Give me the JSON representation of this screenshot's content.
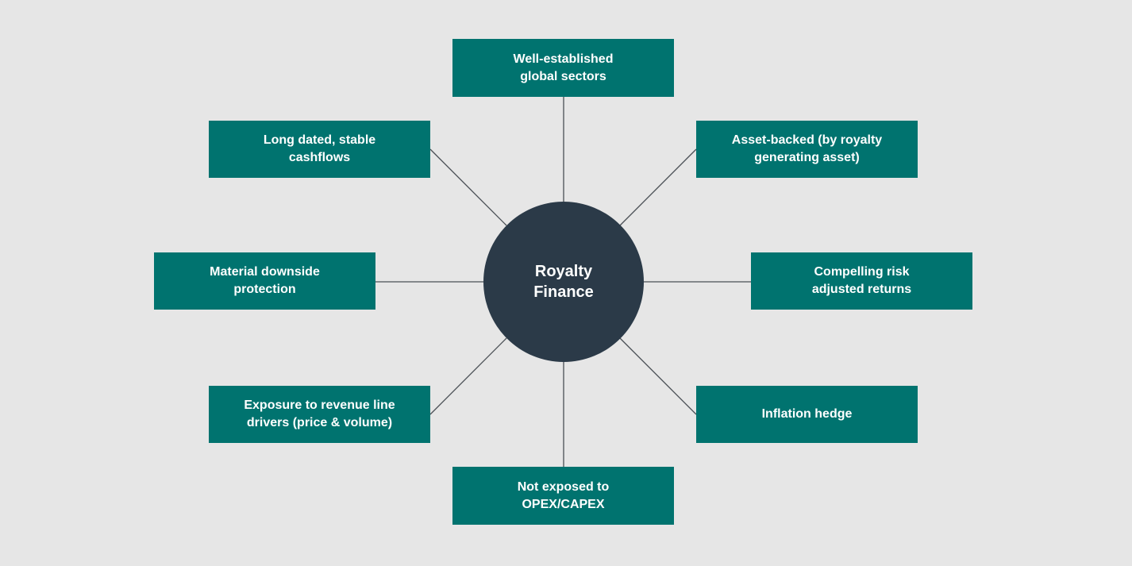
{
  "center": {
    "label": "Royalty Finance"
  },
  "nodes": [
    {
      "id": "top",
      "label": "Well-established global sectors"
    },
    {
      "id": "top-left",
      "label": "Long dated, stable cashflows"
    },
    {
      "id": "top-right",
      "label": "Asset-backed (by royalty generating asset)"
    },
    {
      "id": "left",
      "label": "Material downside protection"
    },
    {
      "id": "right",
      "label": "Compelling risk adjusted returns"
    },
    {
      "id": "bottom-left",
      "label": "Exposure to revenue line drivers (price & volume)"
    },
    {
      "id": "bottom-right",
      "label": "Inflation hedge"
    },
    {
      "id": "bottom",
      "label": "Not exposed to OPEX/CAPEX"
    }
  ],
  "colors": {
    "background": "#e6e6e6",
    "node": "#00736f",
    "center": "#2b3a48",
    "connector": "#4a4f55"
  }
}
